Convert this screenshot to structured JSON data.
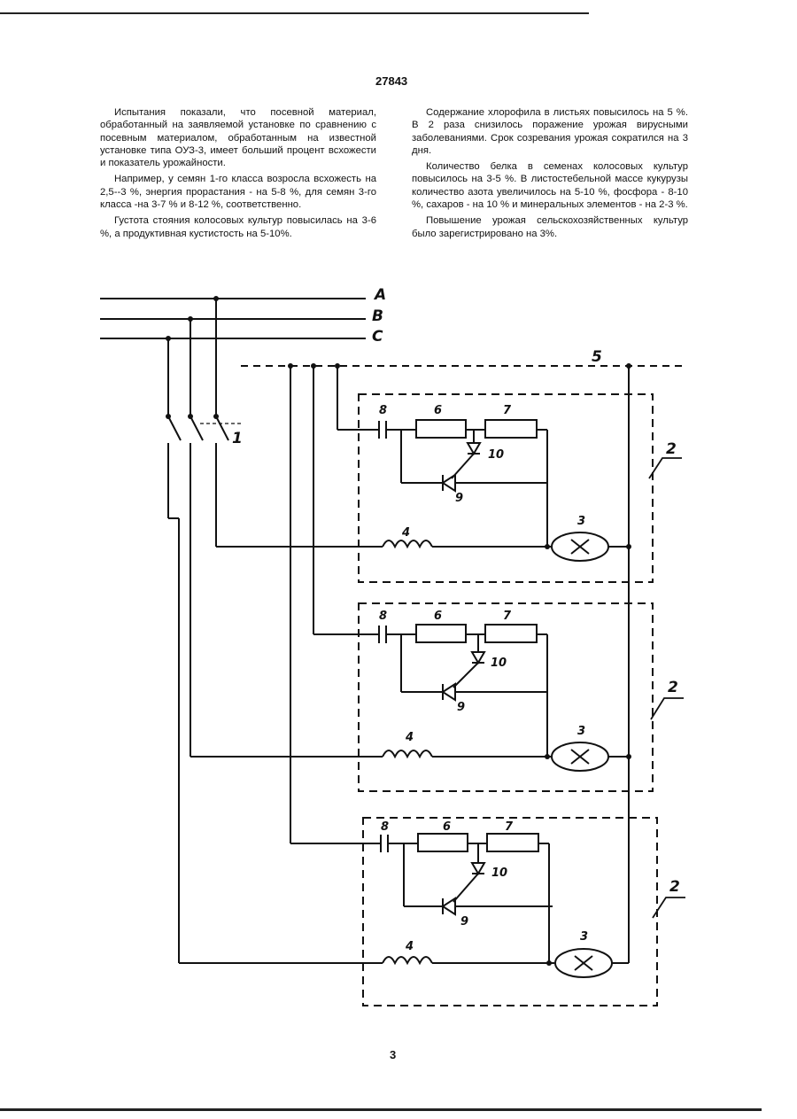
{
  "header": {
    "page_number_top": "27843"
  },
  "left_column": {
    "paragraphs": [
      "Испытания показали, что посевной материал, обработанный на заявляемой установке по сравнению с посевным материалом, обработанным на известной установке типа ОУЗ-3, имеет больший процент всхожести и показатель урожайности.",
      "Например, у семян 1-го класса возросла всхожесть на 2,5--3 %, энергия прорастания - на 5-8 %, для семян 3-го класса -на 3-7 % и 8-12 %, соответственно.",
      "Густота стояния колосовых культур повысилась на 3-6 %, а продуктивная кустистость на 5-10%."
    ]
  },
  "right_column": {
    "paragraphs": [
      "Содержание хлорофила в листьях повысилось на 5 %. В 2 раза снизилось поражение урожая вирусными заболеваниями. Срок созревания урожая сократился на 3 дня.",
      "Количество белка в семенах колосовых культур повысилось на 3-5 %. В листостебельной массе кукурузы количество азота увеличилось на 5-10 %, фосфора - 8-10 %, сахаров - на 10 % и минеральных элементов - на 2-3 %.",
      "Повышение урожая сельскохозяйственных культур было зарегистрировано на 3%."
    ]
  },
  "diagram": {
    "phase_labels": [
      "A",
      "B",
      "C"
    ],
    "switch_label": "1",
    "neutral_label": "5",
    "unit_label": "2",
    "lamp_label": "3",
    "inductor_label": "4",
    "resistor_labels": [
      "6",
      "7"
    ],
    "capacitor_label": "8",
    "diode_labels": [
      "9",
      "10"
    ]
  },
  "footer": {
    "page_number_bottom": "3"
  }
}
